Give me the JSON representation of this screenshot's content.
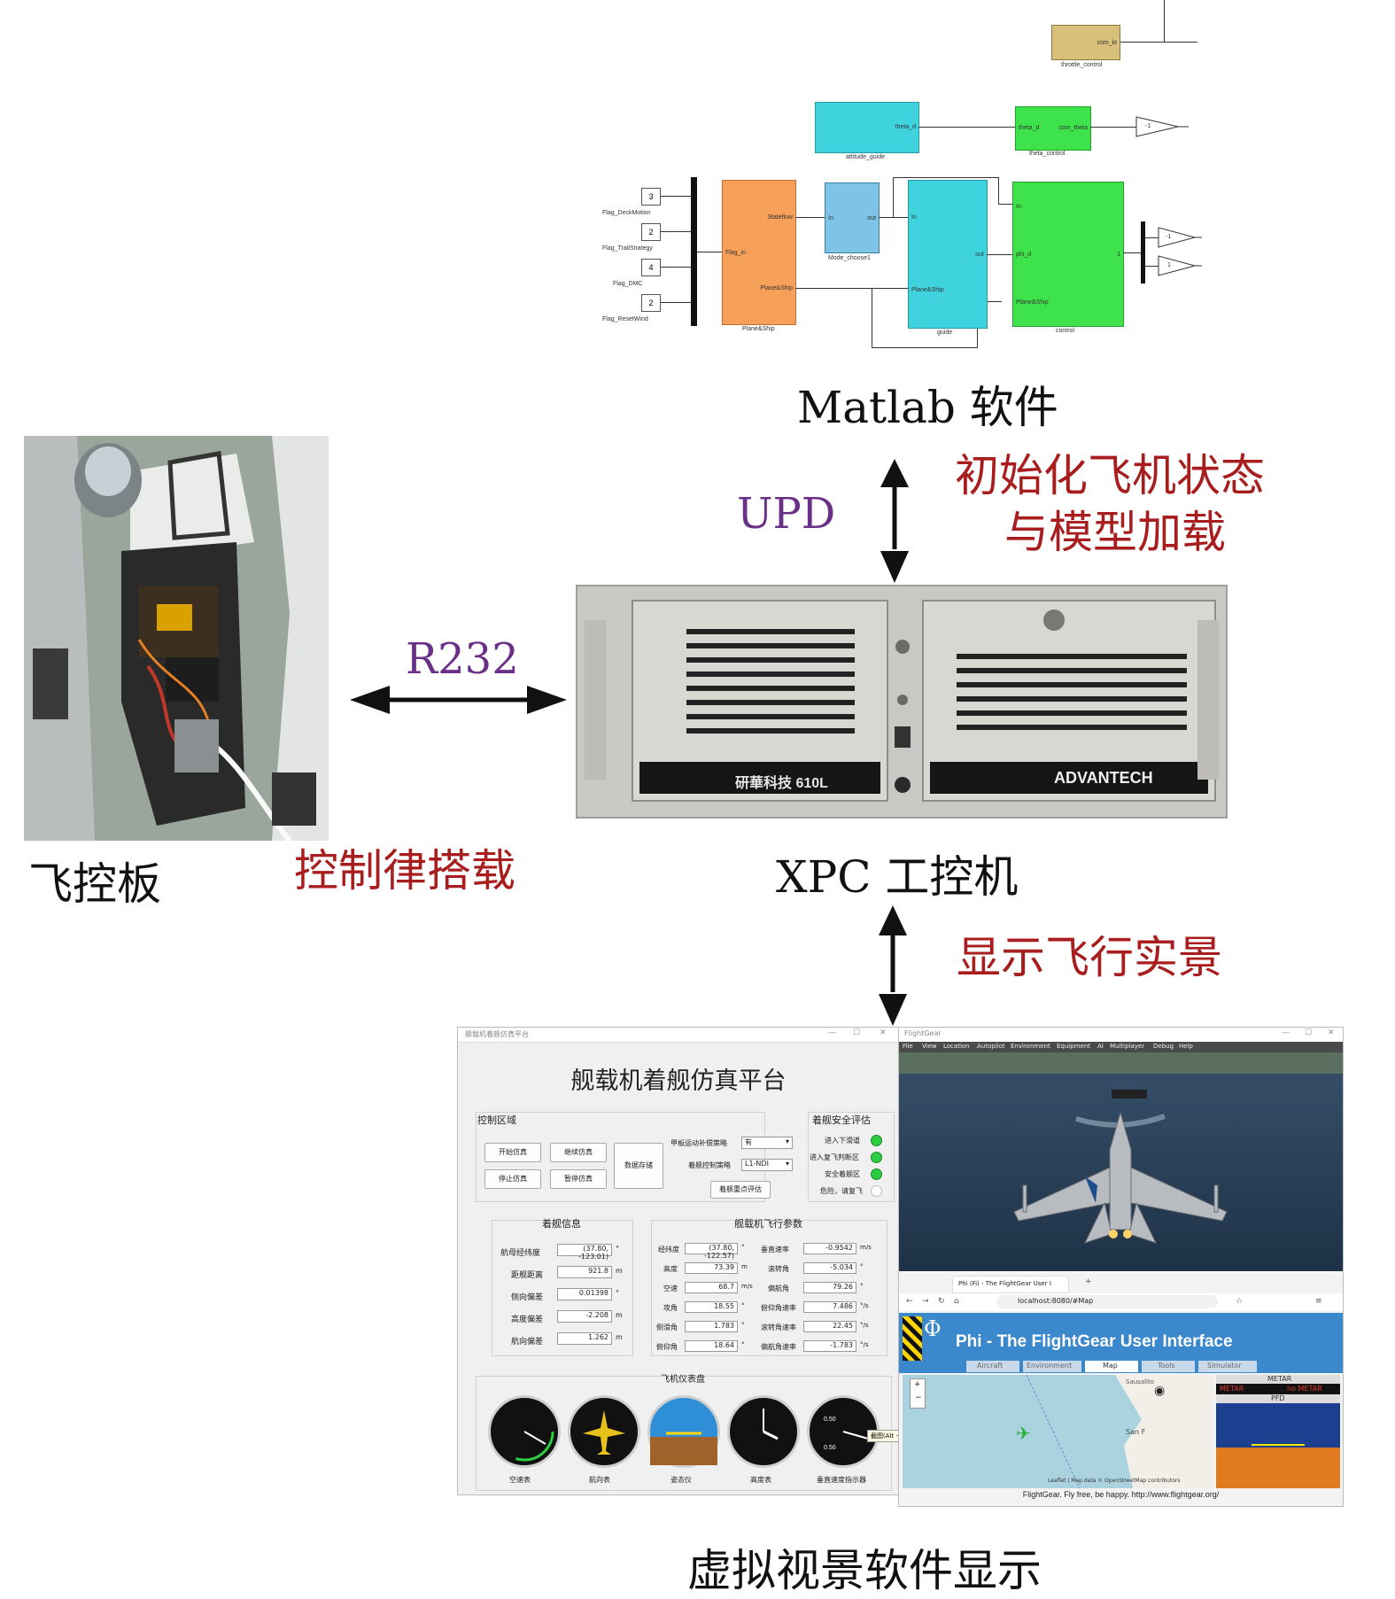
{
  "labels": {
    "matlab": "Matlab 软件",
    "init_line1": "初始化飞机状态",
    "init_line2": "与模型加载",
    "upd": "UPD",
    "r232": "R232",
    "fcb": "飞控板",
    "control_law": "控制律搭载",
    "xpc": "XPC 工控机",
    "display": "显示飞行实景",
    "virtual": "虚拟视景软件显示"
  },
  "simulink": {
    "throttle_in": "com_kt",
    "throttle_name": "throttle_control",
    "attitude_out": "theta_d",
    "attitude_name": "attitude_guide",
    "theta_in": "theta_d",
    "theta_out": "com_theta",
    "theta_name": "theta_control",
    "gain_a": "-1",
    "gain_b": "-1",
    "gain_c": "1",
    "c1": "3",
    "c1_name": "Flag_DeckMotion",
    "c2": "2",
    "c2_name": "Flag_TrailStrategy",
    "c3": "4",
    "c3_name": "Flag_DMC",
    "c4": "2",
    "c4_name": "Flag_ResetWind",
    "orange_in": "Flag_in",
    "orange_out1": "Stateflow",
    "orange_out2": "Plane&Ship",
    "orange_name": "Plane&Ship",
    "mode_in": "In",
    "mode_out": "out",
    "mode_name": "Mode_choose1",
    "guide_in1": "In",
    "guide_in2": "Plane&Ship",
    "guide_out": "out",
    "guide_name": "guide",
    "ctrl_in1": "In",
    "ctrl_in2": "phi_d",
    "ctrl_in3": "Plane&Ship",
    "ctrl_out": "1",
    "ctrl_name": "control"
  },
  "xpc_box": {
    "model_text": "研華科技 610L",
    "brand_text": "ADVANTECH"
  },
  "gui": {
    "window_title": "舰载机着舰仿真平台",
    "main_title": "舰载机着舰仿真平台",
    "control_area": "控制区域",
    "buttons": {
      "start": "开始仿真",
      "continue": "继续仿真",
      "stop": "停止仿真",
      "pause": "暂停仿真",
      "save": "数据存储",
      "eval": "着舰重点评估"
    },
    "deck_label": "甲板运动补偿策略",
    "deck_value": "有",
    "ctrl_label": "着舰控制策略",
    "ctrl_value": "L1-NDI",
    "safety_title": "着舰安全评估",
    "safety_items": [
      "进入下滑道",
      "进入复飞判断区",
      "安全着舰区",
      "危险，请复飞"
    ],
    "info_title": "着舰信息",
    "info_rows": [
      {
        "label": "航母经纬度",
        "value": "(37.80, -123.01)",
        "unit": "°"
      },
      {
        "label": "距舰距离",
        "value": "921.8",
        "unit": "m"
      },
      {
        "label": "侧向偏差",
        "value": "0.01398",
        "unit": "°"
      },
      {
        "label": "高度偏差",
        "value": "-2.208",
        "unit": "m"
      },
      {
        "label": "航向偏差",
        "value": "1.262",
        "unit": "m"
      }
    ],
    "params_title": "舰载机飞行参数",
    "params_left": [
      {
        "label": "经纬度",
        "value": "(37.80, -122.57)",
        "unit": "°"
      },
      {
        "label": "高度",
        "value": "73.39",
        "unit": "m"
      },
      {
        "label": "空速",
        "value": "68.7",
        "unit": "m/s"
      },
      {
        "label": "攻角",
        "value": "18.55",
        "unit": "°"
      },
      {
        "label": "侧滑角",
        "value": "1.783",
        "unit": "°"
      },
      {
        "label": "俯仰角",
        "value": "18.64",
        "unit": "°"
      }
    ],
    "params_right": [
      {
        "label": "垂直速率",
        "value": "-0.9542",
        "unit": "m/s"
      },
      {
        "label": "滚转角",
        "value": "-5.034",
        "unit": "°"
      },
      {
        "label": "偏航角",
        "value": "79.26",
        "unit": "°"
      },
      {
        "label": "俯仰角速率",
        "value": "7.486",
        "unit": "°/s"
      },
      {
        "label": "滚转角速率",
        "value": "22.45",
        "unit": "°/s"
      },
      {
        "label": "偏航角速率",
        "value": "-1.783",
        "unit": "°/s"
      }
    ],
    "instruments_title": "飞机仪表盘",
    "instruments": [
      "空速表",
      "航向表",
      "姿态仪",
      "高度表",
      "垂直速度指示器"
    ],
    "tooltip": "截图(Alt + A)"
  },
  "flightgear": {
    "window_title": "FlightGear",
    "menu": [
      "File",
      "View",
      "Location",
      "Autopilot",
      "Environment",
      "Equipment",
      "AI",
      "Multiplayer",
      "Debug",
      "Help"
    ],
    "browser_tab": "Phi (Fi) - The FlightGear User I",
    "url": "localhost:8080/#Map",
    "banner": "Phi - The FlightGear User Interface",
    "nav_tabs": [
      "Aircraft",
      "Environment",
      "Map",
      "Tools",
      "Simulator"
    ],
    "metar": "METAR",
    "metar_warn": "no METAR",
    "pfd": "PFD",
    "map_label": "Sausalito",
    "sanf": "San F",
    "attribution": "Leaflet | Map data © OpenStreetMap contributors",
    "footer": "FlightGear. Fly free, be happy. http://www.flightgear.org/"
  },
  "colors": {
    "red_label": "#a81d1d",
    "purple_label": "#6a2f86",
    "orange_block": "#f7a05a",
    "blue_block": "#7fc4e6",
    "cyan_block": "#3fd3dd",
    "green_block": "#3ee24a",
    "gold_block": "#d8c07a",
    "phi_banner": "#3b88cc"
  }
}
